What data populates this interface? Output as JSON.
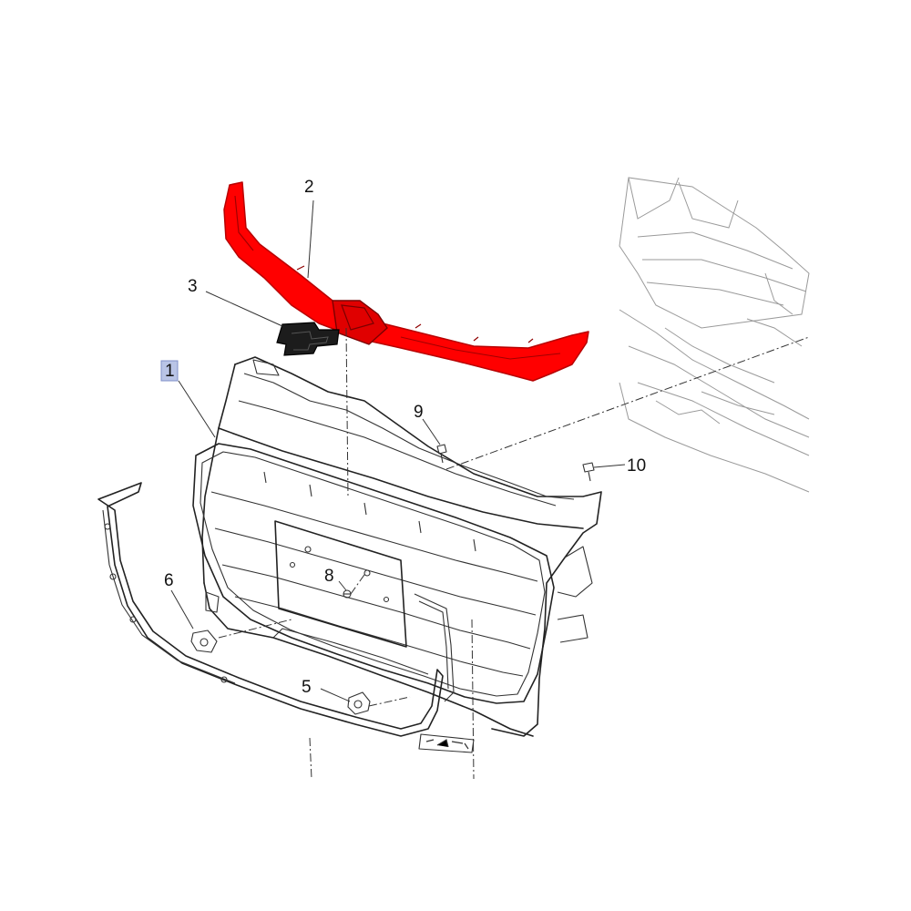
{
  "colors": {
    "highlight_part": "#ff0000",
    "highlight_stroke": "#b80000",
    "selected_callout_bg": "#b9c4e6",
    "line_art": "#222222",
    "background_vehicle": "#9a9a9a"
  },
  "callouts": [
    {
      "id": "1",
      "label": "1",
      "selected": true
    },
    {
      "id": "2",
      "label": "2",
      "selected": false
    },
    {
      "id": "3",
      "label": "3",
      "selected": false
    },
    {
      "id": "5",
      "label": "5",
      "selected": false
    },
    {
      "id": "6",
      "label": "6",
      "selected": false
    },
    {
      "id": "8",
      "label": "8",
      "selected": false
    },
    {
      "id": "9",
      "label": "9",
      "selected": false
    },
    {
      "id": "10",
      "label": "10",
      "selected": false
    }
  ]
}
